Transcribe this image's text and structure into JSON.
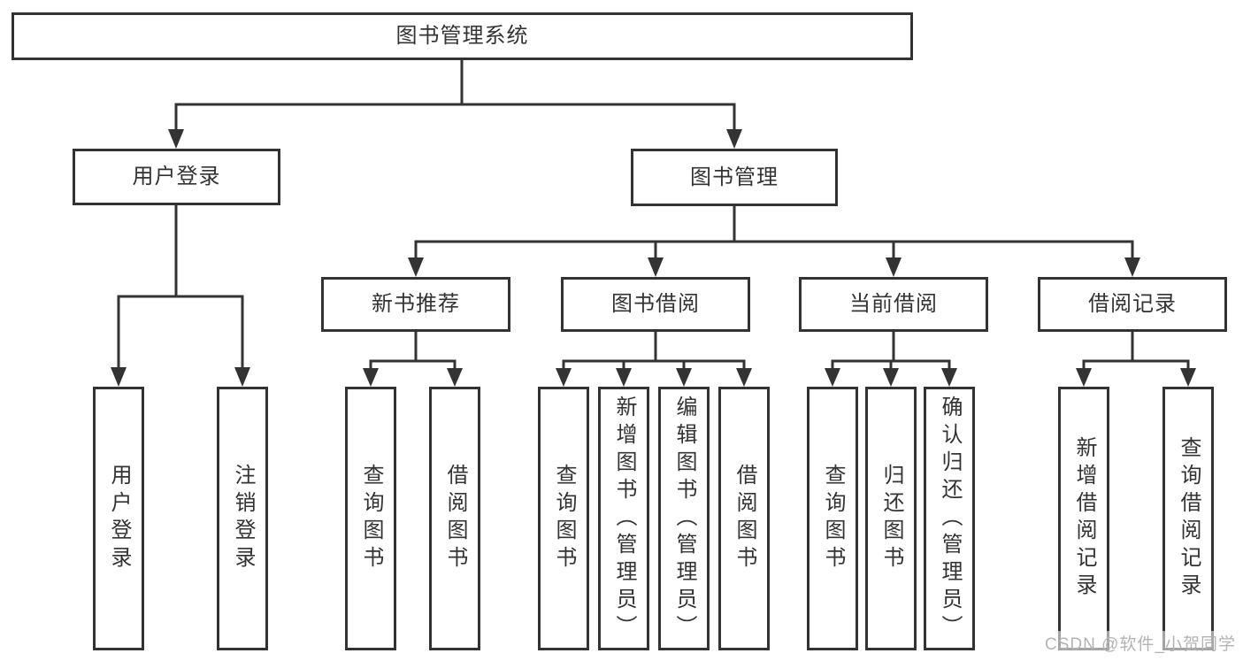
{
  "colors": {
    "line": "#333333",
    "text": "#333333",
    "box-bg": "#ffffff",
    "page-bg": "#ffffff",
    "watermark": "#b3b3b3"
  },
  "tree": {
    "root": {
      "label": "图书管理系统"
    },
    "branches": [
      {
        "label": "用户登录",
        "children": [
          {
            "label": "用户登录"
          },
          {
            "label": "注销登录"
          }
        ]
      },
      {
        "label": "图书管理",
        "children": [
          {
            "label": "新书推荐",
            "children": [
              {
                "label": "查询图书"
              },
              {
                "label": "借阅图书"
              }
            ]
          },
          {
            "label": "图书借阅",
            "children": [
              {
                "label": "查询图书"
              },
              {
                "label": "新增图书（管理员）"
              },
              {
                "label": "编辑图书（管理员）"
              },
              {
                "label": "借阅图书"
              }
            ]
          },
          {
            "label": "当前借阅",
            "children": [
              {
                "label": "查询图书"
              },
              {
                "label": "归还图书"
              },
              {
                "label": "确认归还（管理员）"
              }
            ]
          },
          {
            "label": "借阅记录",
            "children": [
              {
                "label": "新增借阅记录"
              },
              {
                "label": "查询借阅记录"
              }
            ]
          }
        ]
      }
    ]
  },
  "watermark": {
    "text": "CSDN @软件_小贺同学"
  }
}
